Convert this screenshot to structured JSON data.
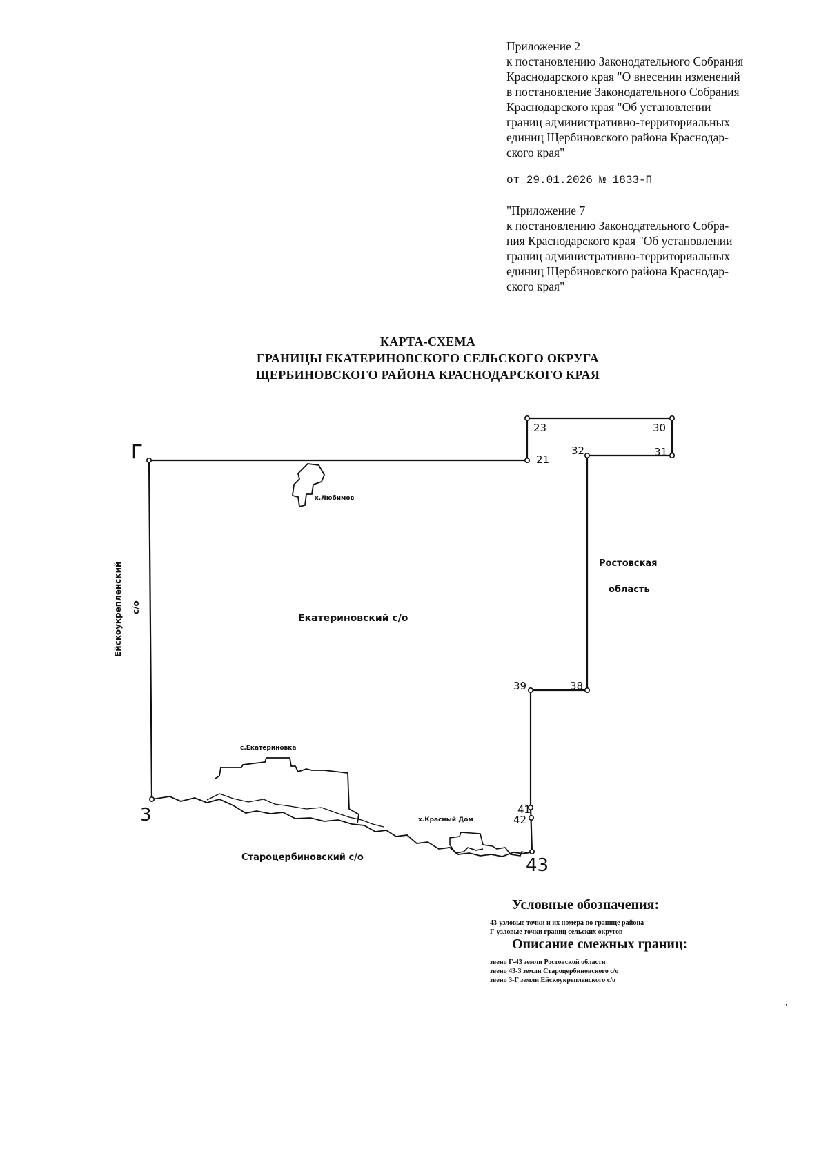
{
  "appendix": {
    "lines": [
      "Приложение 2",
      "к постановлению Законодательного Собрания",
      "Краснодарского края \"О внесении изменений",
      "в постановление Законодательного Собрания",
      "Краснодарского края \"Об установлении",
      "границ административно-территориальных",
      "единиц Щербиновского района Краснодар-",
      "ского края\""
    ],
    "decree_ref": "от 29.01.2026 № 1833-П"
  },
  "quoted_appendix": {
    "lines": [
      "\"Приложение 7",
      "к постановлению Законодательного Собра-",
      "ния Краснодарского края \"Об установлении",
      "границ административно-территориальных",
      "единиц Щербиновского района Краснодар-",
      "ского края\""
    ]
  },
  "map_title": {
    "line1": "КАРТА-СХЕМА",
    "line2": "ГРАНИЦЫ ЕКАТЕРИНОВСКОГО СЕЛЬСКОГО ОКРУГА",
    "line3": "ЩЕРБИНОВСКОГО РАЙОНА КРАСНОДАРСКОГО КРАЯ"
  },
  "map": {
    "point_labels": {
      "g": "Г",
      "p21": "21",
      "p23": "23",
      "p30": "30",
      "p31": "31",
      "p32": "32",
      "p38": "38",
      "p39": "39",
      "p41": "41",
      "p42": "42",
      "p43": "43",
      "p3": "3"
    },
    "areas": {
      "center": "Екатериновский с/о",
      "west_line1": "Ейскоукрепленский",
      "west_line2": "с/о",
      "east_line1": "Ростовская",
      "east_line2": "область",
      "south": "Староцербиновский с/о"
    },
    "settlements": {
      "lyubimov": "х.Любимов",
      "ekaterinovka": "с.Екатериновка",
      "krasny_dom": "х.Красный Дом"
    }
  },
  "legend": {
    "title": "Условные обозначения:",
    "items": [
      "43-узловые точки и их номера по границе района",
      "Г-узловые точки границ сельских округов"
    ],
    "description_title": "Описание смежных границ:",
    "descriptions": [
      "звено Г-43 земли Ростовской области",
      "звено 43-3 земли Староцербиновского с/о",
      "звено 3-Г земли Ейскоукрепленского с/о"
    ]
  },
  "closing_quote": "\""
}
